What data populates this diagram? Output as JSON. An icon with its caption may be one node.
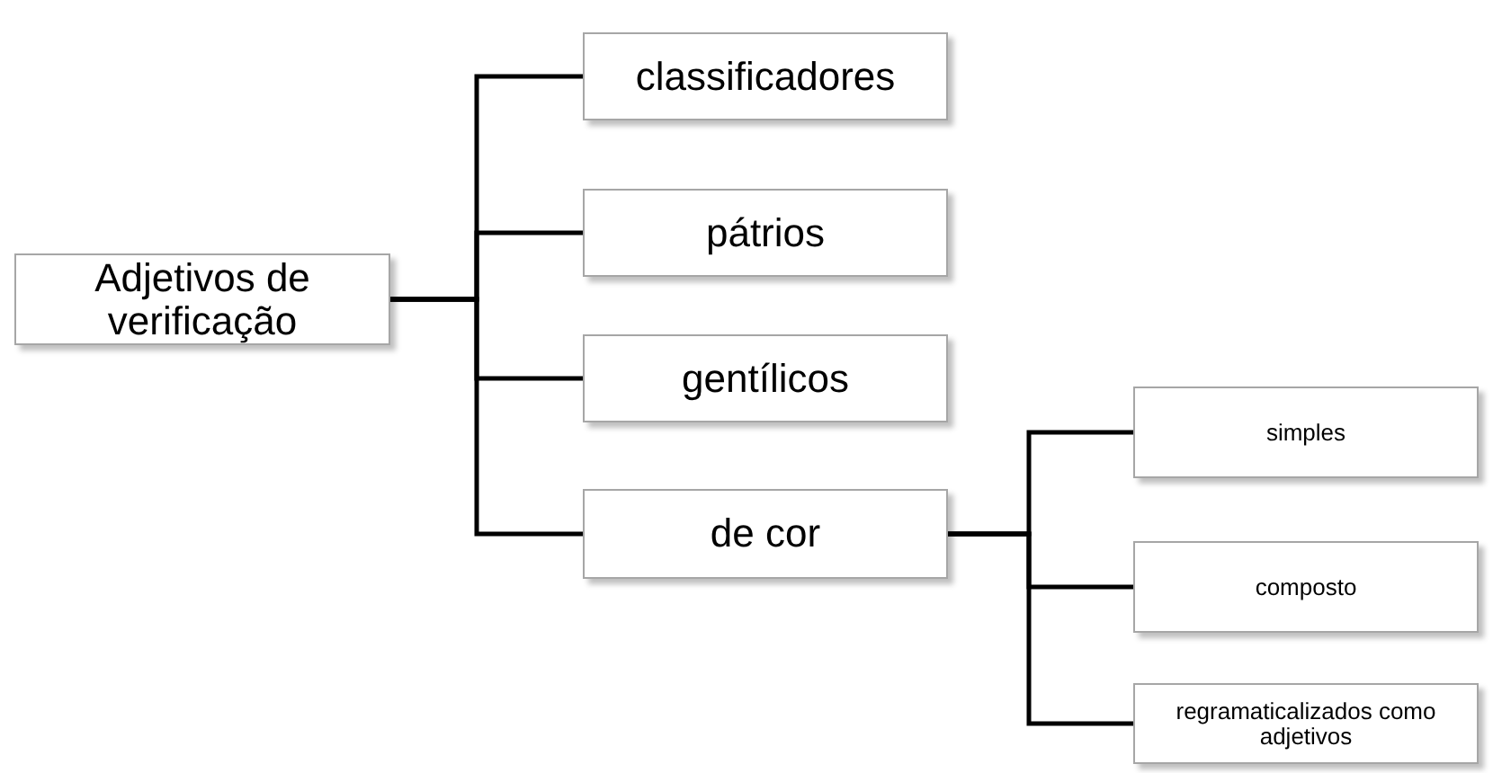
{
  "diagram": {
    "nodes": [
      {
        "text": [
          "Adjetivos de verificação"
        ]
      },
      {
        "text": [
          "classificadores"
        ]
      },
      {
        "text": [
          "pátrios"
        ]
      },
      {
        "text": [
          "gentílicos"
        ]
      },
      {
        "text": [
          "de cor"
        ]
      },
      {
        "text": [
          "simples"
        ]
      },
      {
        "text": [
          "composto"
        ]
      },
      {
        "text": [
          "regramaticalizados como adjetivos"
        ]
      }
    ],
    "edges": [
      {
        "from": 0,
        "to": 1,
        "arrow": "none"
      },
      {
        "from": 0,
        "to": 2,
        "arrow": "none"
      },
      {
        "from": 0,
        "to": 3,
        "arrow": "none"
      },
      {
        "from": 0,
        "to": 4,
        "arrow": "none"
      },
      {
        "from": 4,
        "to": 5,
        "arrow": "none"
      },
      {
        "from": 4,
        "to": 6,
        "arrow": "none"
      },
      {
        "from": 4,
        "to": 7,
        "arrow": "none"
      }
    ]
  }
}
